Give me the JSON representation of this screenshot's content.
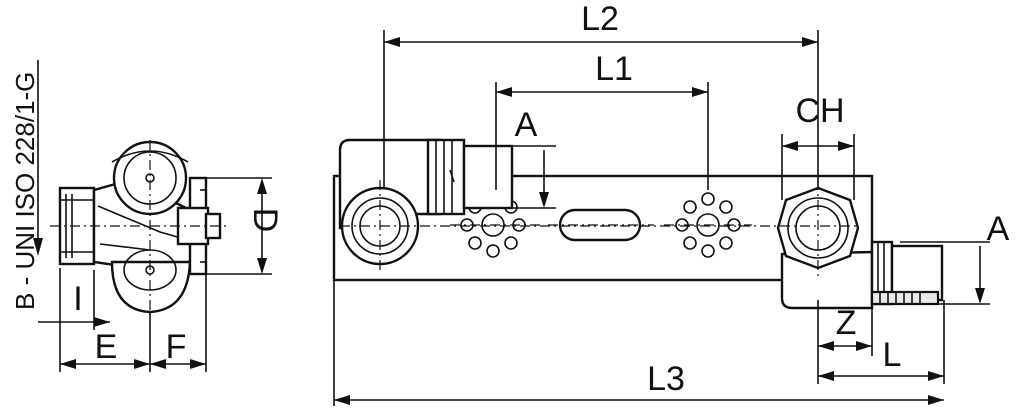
{
  "side_view": {
    "standard": "B - UNI ISO 228/1-G",
    "labels": {
      "d": "D",
      "i": "I",
      "e": "E",
      "f": "F"
    }
  },
  "front_view": {
    "labels": {
      "l2": "L2",
      "l1": "L1",
      "a_top": "A",
      "ch": "CH",
      "a_right": "A",
      "z": "Z",
      "l": "L",
      "l3": "L3"
    }
  }
}
